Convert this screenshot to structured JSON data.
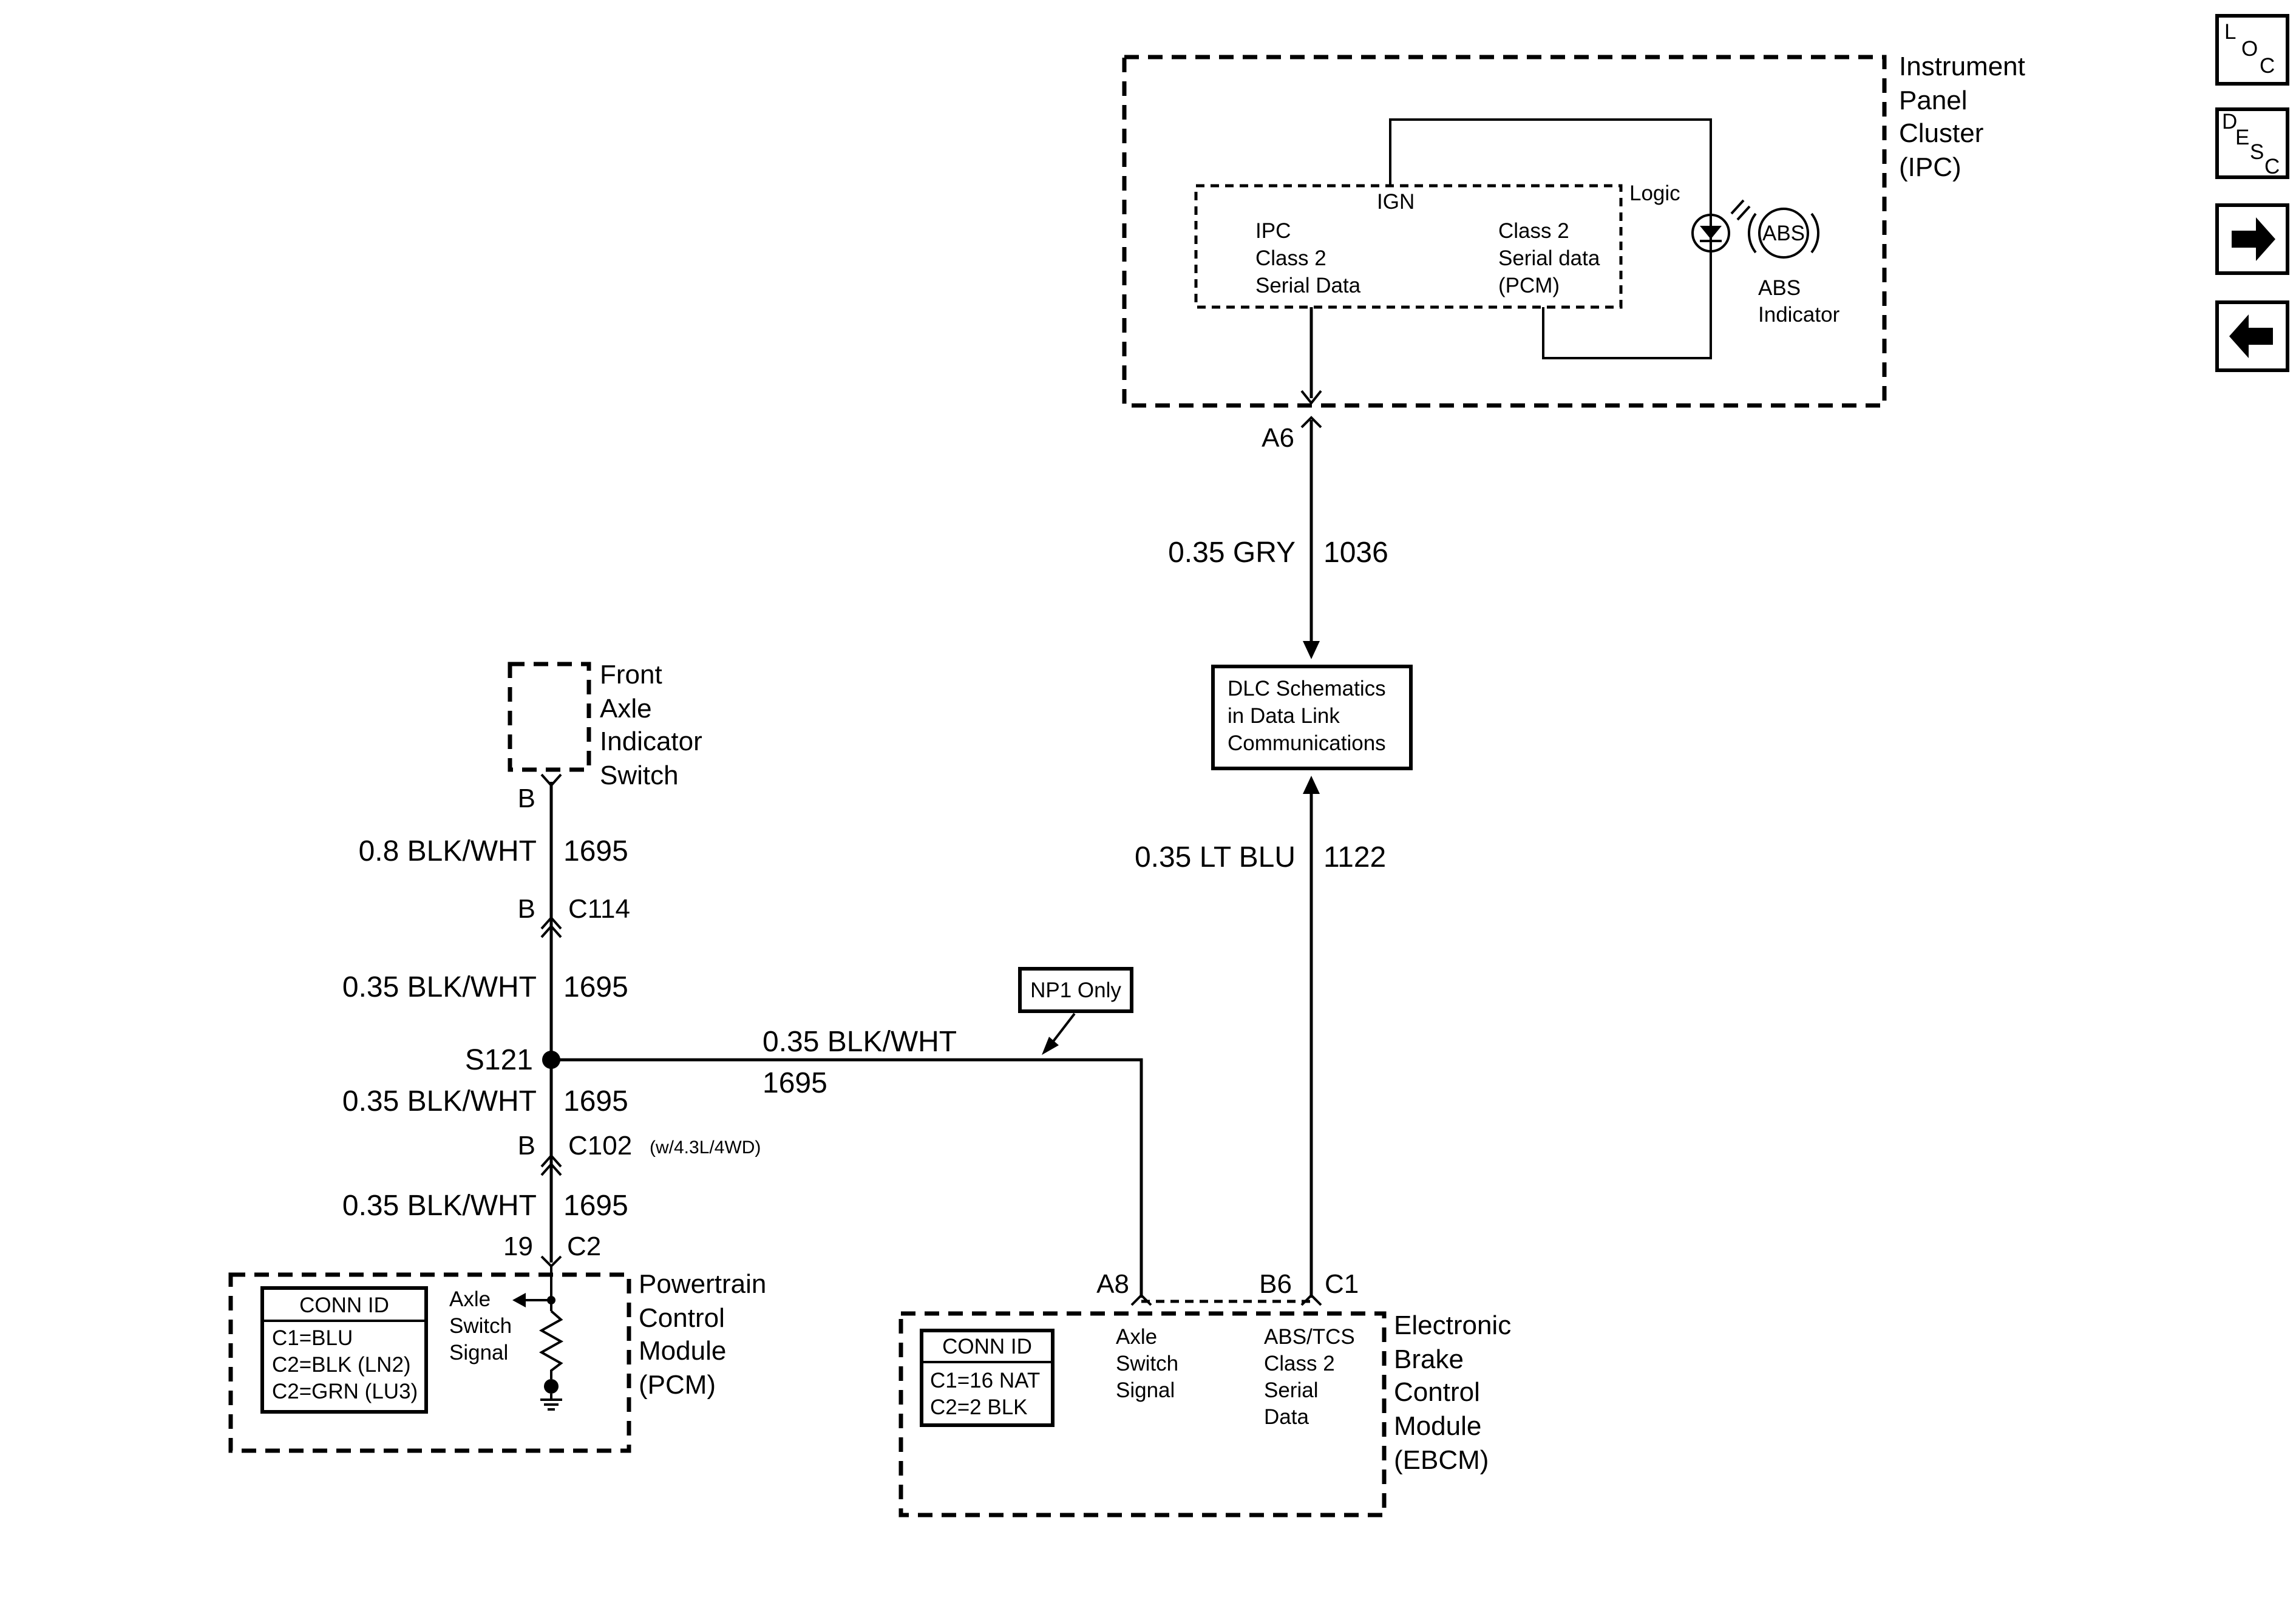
{
  "ipc": {
    "name_lines": [
      "Instrument",
      "Panel",
      "Cluster",
      "(IPC)"
    ],
    "ign": "IGN",
    "logic": "Logic",
    "ipc_data_lines": [
      "IPC",
      "Class 2",
      "Serial Data"
    ],
    "pcm_data_lines": [
      "Class 2",
      "Serial data",
      "(PCM)"
    ],
    "abs_symbol": "ABS",
    "abs_indicator_lines": [
      "ABS",
      "Indicator"
    ],
    "connector_pin": "A6"
  },
  "dlc": {
    "lines": [
      "DLC Schematics",
      "in Data Link",
      "Communications"
    ]
  },
  "wires": {
    "ipc_to_dlc": {
      "size_color": "0.35 GRY",
      "circuit": "1036"
    },
    "ebcm_to_dlc": {
      "size_color": "0.35 LT BLU",
      "circuit": "1122"
    },
    "switch_to_c114": {
      "size_color": "0.8 BLK/WHT",
      "circuit": "1695"
    },
    "c114_to_s121": {
      "size_color": "0.35 BLK/WHT",
      "circuit": "1695"
    },
    "s121_to_c102": {
      "size_color": "0.35 BLK/WHT",
      "circuit": "1695"
    },
    "c102_to_pcm": {
      "size_color": "0.35 BLK/WHT",
      "circuit": "1695"
    },
    "s121_to_ebcm": {
      "size_color": "0.35 BLK/WHT",
      "circuit": "1695"
    }
  },
  "np1_note": "NP1 Only",
  "front_axle_switch": {
    "name_lines": [
      "Front",
      "Axle",
      "Indicator",
      "Switch"
    ],
    "pin": "B"
  },
  "connectors": {
    "c114": {
      "pin": "B",
      "name": "C114"
    },
    "splice": {
      "name": "S121"
    },
    "c102": {
      "pin": "B",
      "name": "C102",
      "note": "(w/4.3L/4WD)"
    },
    "pcm": {
      "pin": "19",
      "name": "C2"
    }
  },
  "pcm": {
    "name_lines": [
      "Powertrain",
      "Control",
      "Module",
      "(PCM)"
    ],
    "conn_id_title": "CONN ID",
    "conn_id_rows": [
      "C1=BLU",
      "C2=BLK (LN2)",
      "C2=GRN (LU3)"
    ],
    "signal_lines": [
      "Axle",
      "Switch",
      "Signal"
    ]
  },
  "ebcm": {
    "name_lines": [
      "Electronic",
      "Brake",
      "Control",
      "Module",
      "(EBCM)"
    ],
    "conn_id_title": "CONN ID",
    "conn_id_rows": [
      "C1=16 NAT",
      "C2=2 BLK"
    ],
    "signal_lines": [
      "Axle",
      "Switch",
      "Signal"
    ],
    "data_lines": [
      "ABS/TCS",
      "Class 2",
      "Serial",
      "Data"
    ],
    "pin_a8": "A8",
    "pin_b6": "B6",
    "connector": "C1"
  },
  "nav": {
    "loc": [
      "L",
      "O",
      "C"
    ],
    "desc": [
      "D",
      "E",
      "S",
      "C"
    ],
    "next_icon": "arrow-right-icon",
    "prev_icon": "arrow-left-icon"
  }
}
